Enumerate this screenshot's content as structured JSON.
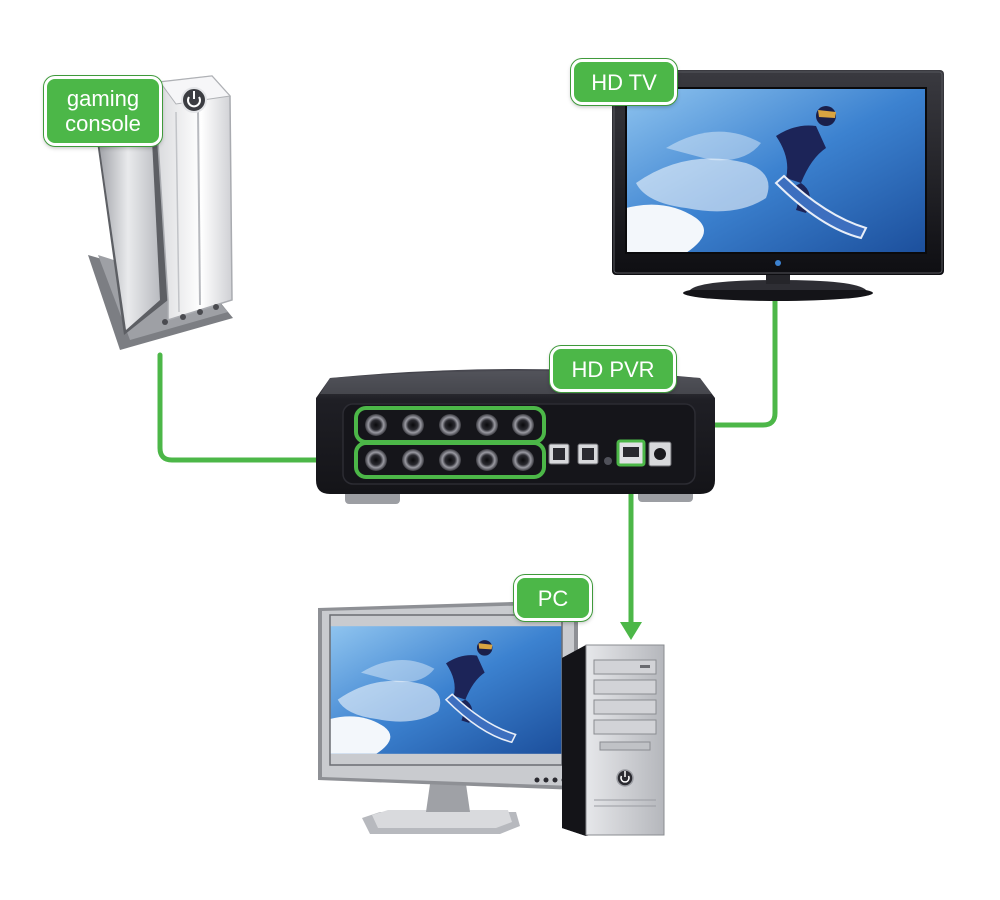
{
  "devices": {
    "gaming_console": {
      "label": "gaming\nconsole",
      "icon": "gaming-console-icon"
    },
    "hd_tv": {
      "label": "HD TV",
      "icon": "television-icon"
    },
    "hd_pvr": {
      "label": "HD PVR",
      "icon": "video-recorder-icon"
    },
    "pc": {
      "label": "PC",
      "icon": "desktop-computer-icon"
    }
  },
  "connections": [
    {
      "from": "gaming console",
      "to": "HD PVR input"
    },
    {
      "from": "HD PVR output",
      "to": "HD TV"
    },
    {
      "from": "HD PVR USB",
      "to": "PC"
    }
  ],
  "colors": {
    "accent": "#4cb748",
    "device_dark": "#1e1e22",
    "screen_blue": "#2e6fc0"
  }
}
